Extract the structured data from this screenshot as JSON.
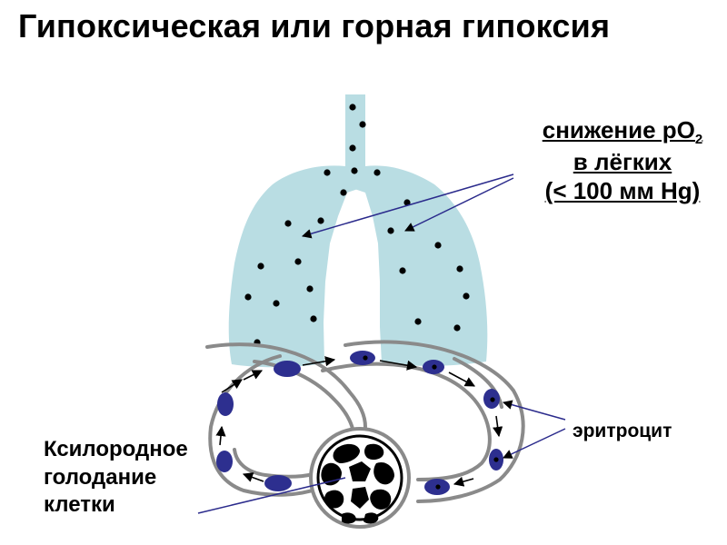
{
  "title": "Гипоксическая или горная гипоксия",
  "lungs_label": {
    "line1_text": "снижение pO",
    "line1_subscript": "2",
    "line2": "в лёгких",
    "line3": "(< 100 мм Hg)"
  },
  "cell_label": {
    "line1": "Ксилородное",
    "line2": "голодание",
    "line3": "клетки"
  },
  "rbc_label": "эритроцит",
  "colors": {
    "lung_fill": "#b9dde3",
    "vessel_stroke": "#8a8a8a",
    "erythrocyte_fill": "#2d2f8f",
    "pointer_line": "#2b2b8c",
    "text": "#000000"
  }
}
